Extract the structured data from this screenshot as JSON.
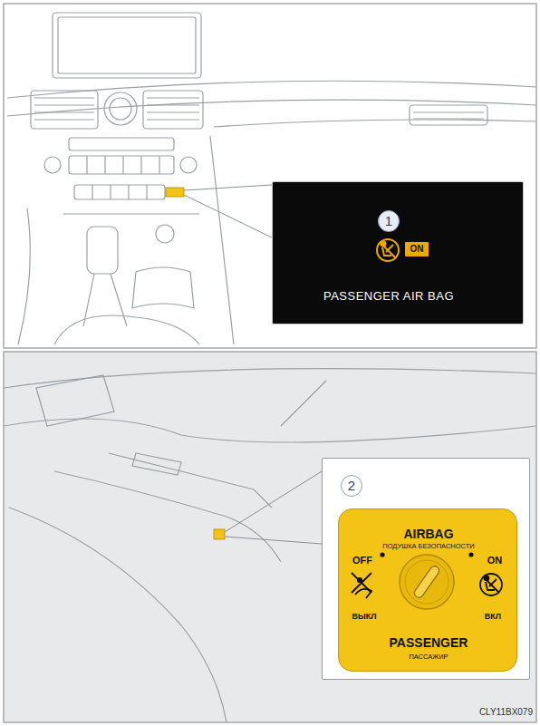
{
  "diagram": {
    "nodes": [
      {
        "text": [
          "1",
          "PASSENGER AIR BAG"
        ]
      },
      {
        "text": [
          "ON"
        ],
        "in": 0
      },
      {
        "text": [
          "2"
        ]
      },
      {
        "text": [
          "AIRBAG",
          "ПОДУШКА БЕЗОПАСНОСТИ",
          "OFF",
          "ВЫКЛ",
          "ON",
          "ВКЛ",
          "PASSENGER",
          "ПАССАЖИР"
        ],
        "in": 2
      }
    ],
    "labels": [
      "CLY11BX079"
    ]
  }
}
